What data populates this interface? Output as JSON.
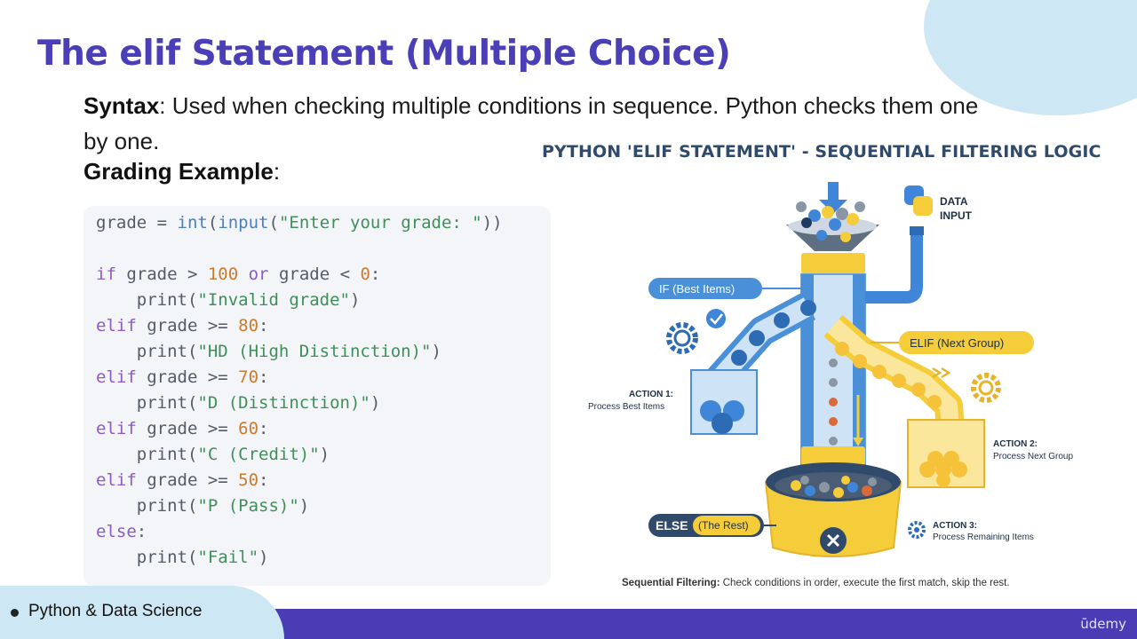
{
  "slide": {
    "title": "The elif Statement (Multiple Choice)",
    "syntax_label": "Syntax",
    "syntax_text": ": Used when checking multiple conditions in sequence. Python checks them one by one.",
    "grading_label": "Grading Example",
    "grading_suffix": ":"
  },
  "code": {
    "l1_a": "grade = ",
    "l1_b": "int",
    "l1_c": "(",
    "l1_d": "input",
    "l1_e": "(",
    "l1_f": "\"Enter your grade: \"",
    "l1_g": "))",
    "l2_a": "if",
    "l2_b": " grade > ",
    "l2_c": "100",
    "l2_d": " or",
    "l2_e": " grade < ",
    "l2_f": "0",
    "l2_g": ":",
    "l3_a": "    print(",
    "l3_b": "\"Invalid grade\"",
    "l3_c": ")",
    "l4_a": "elif",
    "l4_b": " grade >= ",
    "l4_c": "80",
    "l4_d": ":",
    "l5_a": "    print(",
    "l5_b": "\"HD (High Distinction)\"",
    "l5_c": ")",
    "l6_a": "elif",
    "l6_b": " grade >= ",
    "l6_c": "70",
    "l6_d": ":",
    "l7_a": "    print(",
    "l7_b": "\"D (Distinction)\"",
    "l7_c": ")",
    "l8_a": "elif",
    "l8_b": " grade >= ",
    "l8_c": "60",
    "l8_d": ":",
    "l9_a": "    print(",
    "l9_b": "\"C (Credit)\"",
    "l9_c": ")",
    "l10_a": "elif",
    "l10_b": " grade >= ",
    "l10_c": "50",
    "l10_d": ":",
    "l11_a": "    print(",
    "l11_b": "\"P (Pass)\"",
    "l11_c": ")",
    "l12_a": "else",
    "l12_b": ":",
    "l13_a": "    print(",
    "l13_b": "\"Fail\"",
    "l13_c": ")"
  },
  "diagram": {
    "title": "PYTHON 'ELIF STATEMENT' - SEQUENTIAL FILTERING LOGIC",
    "data_input_1": "DATA",
    "data_input_2": "INPUT",
    "if_label": "IF (Best Items)",
    "elif_label": "ELIF (Next Group)",
    "else_label": "ELSE",
    "else_rest": "(The Rest)",
    "action1_title": "ACTION 1:",
    "action1_text": "Process Best Items",
    "action2_title": "ACTION 2:",
    "action2_text": "Process Next Group",
    "action3_title": "ACTION 3:",
    "action3_text": "Process Remaining Items",
    "caption_bold": "Sequential Filtering:",
    "caption_text": " Check conditions in order, execute the first match, skip the rest."
  },
  "footer": {
    "course_label": "Python & Data Science",
    "brand": "ūdemy"
  },
  "colors": {
    "title": "#4b3fb8",
    "band": "#4a3cb5",
    "accent_light": "#cde8f4",
    "if_blue": "#4a90d9",
    "elif_yellow": "#f5cc3a",
    "else_navy": "#2f4a6b"
  }
}
